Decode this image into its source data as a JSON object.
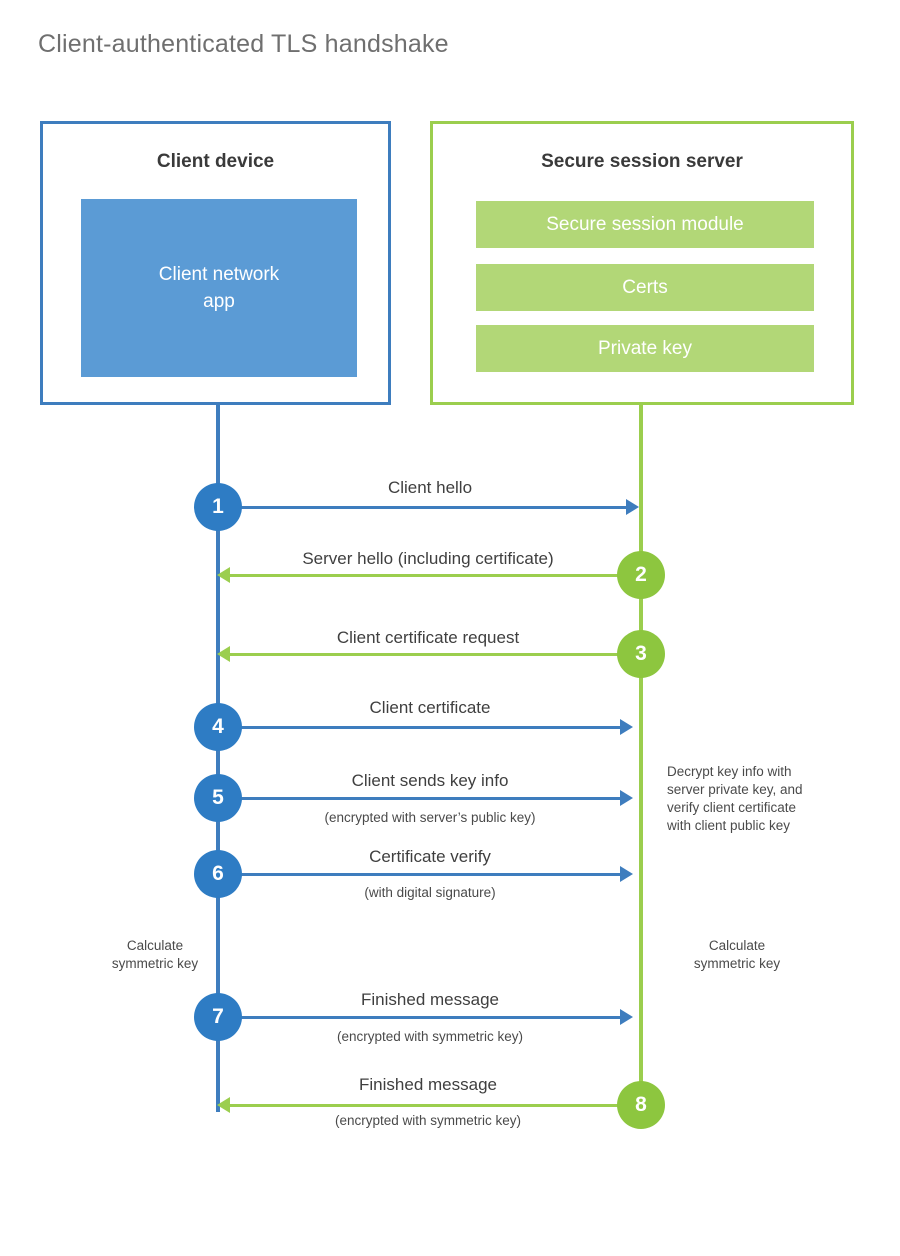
{
  "title": "Client-authenticated TLS handshake",
  "colors": {
    "client_accent": "#3e7dbe",
    "client_circle": "#2e7cc4",
    "client_app_fill": "#5b9bd5",
    "server_accent": "#9bce4e",
    "server_circle": "#8dc63f",
    "server_bar_fill": "#b2d777",
    "title_text": "#6f6f6f",
    "body_text": "#3f3f3f"
  },
  "client": {
    "title": "Client device",
    "app_label": "Client network\napp",
    "app_label_line1": "Client network",
    "app_label_line2": "app"
  },
  "server": {
    "title": "Secure session server",
    "components": [
      {
        "label": "Secure session module"
      },
      {
        "label": "Certs"
      },
      {
        "label": "Private key"
      }
    ]
  },
  "steps": [
    {
      "number": "1",
      "label": "Client hello",
      "sublabel": "",
      "direction": "client-to-server",
      "side": "client"
    },
    {
      "number": "2",
      "label": "Server hello (including certificate)",
      "sublabel": "",
      "direction": "server-to-client",
      "side": "server"
    },
    {
      "number": "3",
      "label": "Client certificate request",
      "sublabel": "",
      "direction": "server-to-client",
      "side": "server"
    },
    {
      "number": "4",
      "label": "Client certificate",
      "sublabel": "",
      "direction": "client-to-server",
      "side": "client"
    },
    {
      "number": "5",
      "label": "Client sends key info",
      "sublabel": "(encrypted with server’s public key)",
      "direction": "client-to-server",
      "side": "client"
    },
    {
      "number": "6",
      "label": "Certificate verify",
      "sublabel": "(with digital signature)",
      "direction": "client-to-server",
      "side": "client"
    },
    {
      "number": "7",
      "label": "Finished message",
      "sublabel": "(encrypted with symmetric key)",
      "direction": "client-to-server",
      "side": "client"
    },
    {
      "number": "8",
      "label": "Finished message",
      "sublabel": "(encrypted with symmetric key)",
      "direction": "server-to-client",
      "side": "server"
    }
  ],
  "annotations": {
    "server_decrypt": "Decrypt key info with server private key, and verify client certificate with client public key",
    "server_decrypt_lines": [
      "Decrypt key info with",
      "server private key, and",
      "verify client certificate",
      "with client public key"
    ],
    "client_calc": "Calculate symmetric key",
    "client_calc_lines": [
      "Calculate",
      "symmetric key"
    ],
    "server_calc": "Calculate symmetric key",
    "server_calc_lines": [
      "Calculate",
      "symmetric key"
    ]
  }
}
